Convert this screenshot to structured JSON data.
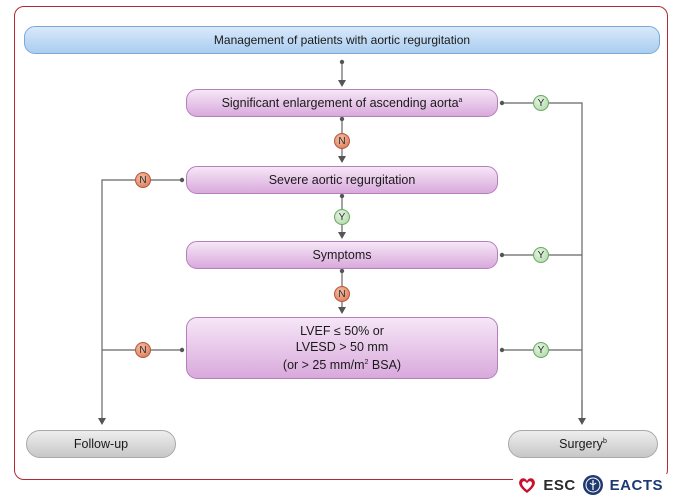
{
  "nodes": {
    "title": "Management of patients with aortic regurgitation",
    "enlargement": "Significant enlargement of ascending aorta",
    "enlargement_sup": "a",
    "severe": "Severe aortic regurgitation",
    "symptoms": "Symptoms",
    "lvef_line1": "LVEF ≤ 50% or",
    "lvef_line2": "LVESD > 50 mm",
    "lvef_line3_pre": "(or > 25 mm/m",
    "lvef_line3_sup": "2",
    "lvef_line3_post": " BSA)",
    "followup": "Follow-up",
    "surgery": "Surgery",
    "surgery_sup": "b"
  },
  "badges": {
    "yes": "Y",
    "no": "N"
  },
  "logos": {
    "esc": "ESC",
    "eacts": "EACTS"
  },
  "colors": {
    "frame": "#b22a34",
    "blue_box": "#a9cdf0",
    "purple_box": "#d9a9dc",
    "grey_box": "#c7c7c7",
    "no_badge": "#d8714d",
    "yes_badge": "#a8d6a0"
  }
}
